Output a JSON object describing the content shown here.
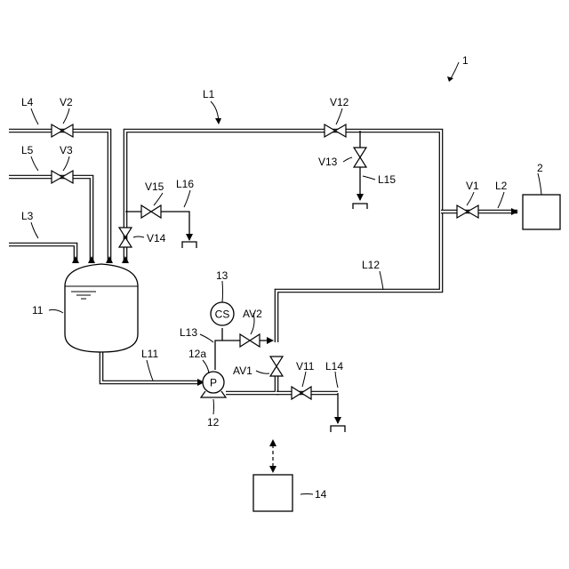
{
  "labels": {
    "fig_ref": "1",
    "L1": "L1",
    "L2": "L2",
    "L3": "L3",
    "L4": "L4",
    "L5": "L5",
    "L11": "L11",
    "L12": "L12",
    "L13": "L13",
    "L14": "L14",
    "L15": "L15",
    "L16": "L16",
    "V1": "V1",
    "V2": "V2",
    "V3": "V3",
    "V11": "V11",
    "V12": "V12",
    "V13": "V13",
    "V14": "V14",
    "V15": "V15",
    "AV1": "AV1",
    "AV2": "AV2",
    "tank": "11",
    "pump": "12",
    "pump_port": "12a",
    "sensor": "13",
    "controller": "14",
    "destination": "2",
    "pump_symbol": "P",
    "sensor_symbol": "CS"
  }
}
